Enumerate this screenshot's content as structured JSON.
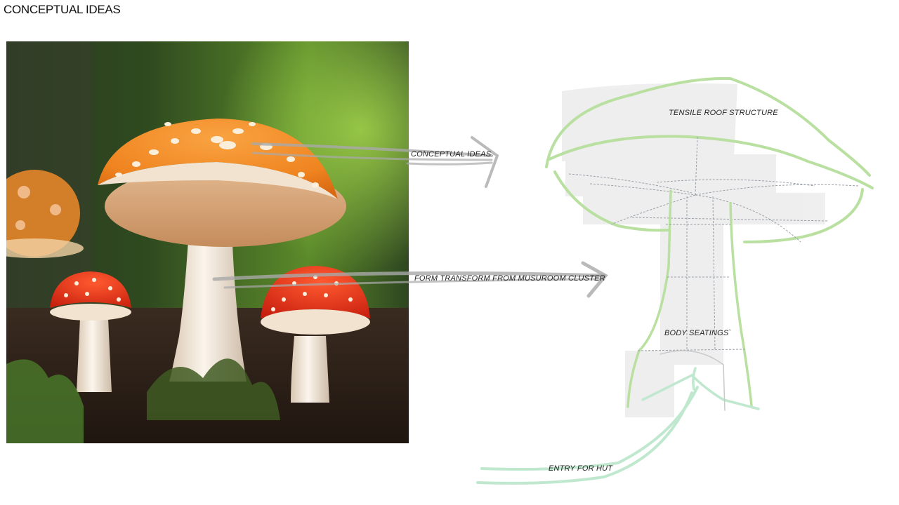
{
  "page": {
    "title": "CONCEPTUAL IDEAS"
  },
  "photo": {
    "subject-icon": "mushroom-photo-icon"
  },
  "annotations": {
    "concept_label": "CONCEPTUAL IDEAS",
    "transform_label": "FORM TRANSFORM FROM MUSUROOM CLUSTER",
    "roof_label": "TENSILE ROOF STRUCTURE",
    "seating_label": "BODY SEATINGS`",
    "entry_label": "ENTRY FOR HUT"
  },
  "colors": {
    "sketch_green": "#b9e0a0",
    "sketch_mint": "#bfe8cf",
    "arrow_gray": "#a9a9a9",
    "pencil_gray": "#9aa0a8",
    "cap_orange": "#f08a2a",
    "cap_red": "#e8331e"
  }
}
